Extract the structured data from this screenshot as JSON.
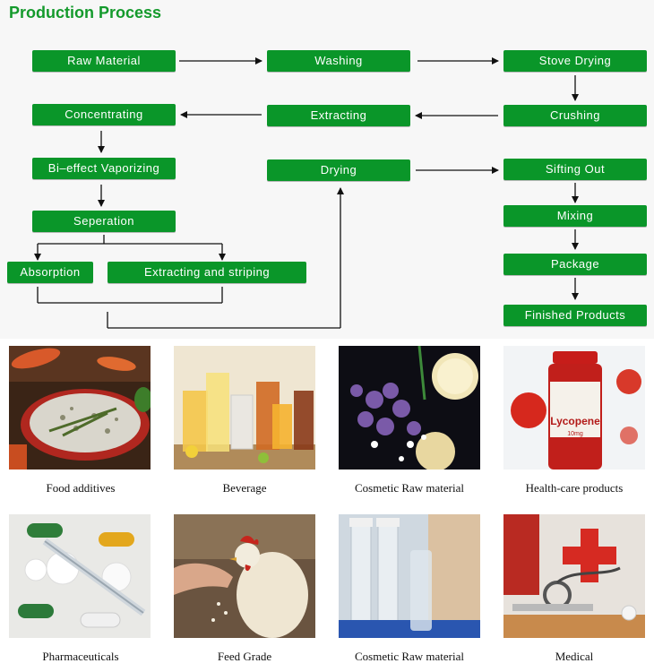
{
  "title": "Production Process",
  "steps": {
    "raw_material": "Raw Material",
    "washing": "Washing",
    "stove_drying": "Stove Drying",
    "crushing": "Crushing",
    "extracting": "Extracting",
    "concentrating": "Concentrating",
    "bi_effect": "Bi–effect Vaporizing",
    "seperation": "Seperation",
    "absorption": "Absorption",
    "extracting_striping": "Extracting and striping",
    "drying": "Drying",
    "sifting_out": "Sifting Out",
    "mixing": "Mixing",
    "package": "Package",
    "finished": "Finished Products"
  },
  "applications": [
    "Food additives",
    "Beverage",
    "Cosmetic Raw material",
    "Health-care products",
    "Pharmaceuticals",
    "Feed Grade",
    "Cosmetic Raw material",
    "Medical"
  ],
  "bottle_label": {
    "brand": "Lycopene",
    "dose": "10mg"
  },
  "colors": {
    "accent": "#0a9629",
    "title": "#149a2c"
  }
}
